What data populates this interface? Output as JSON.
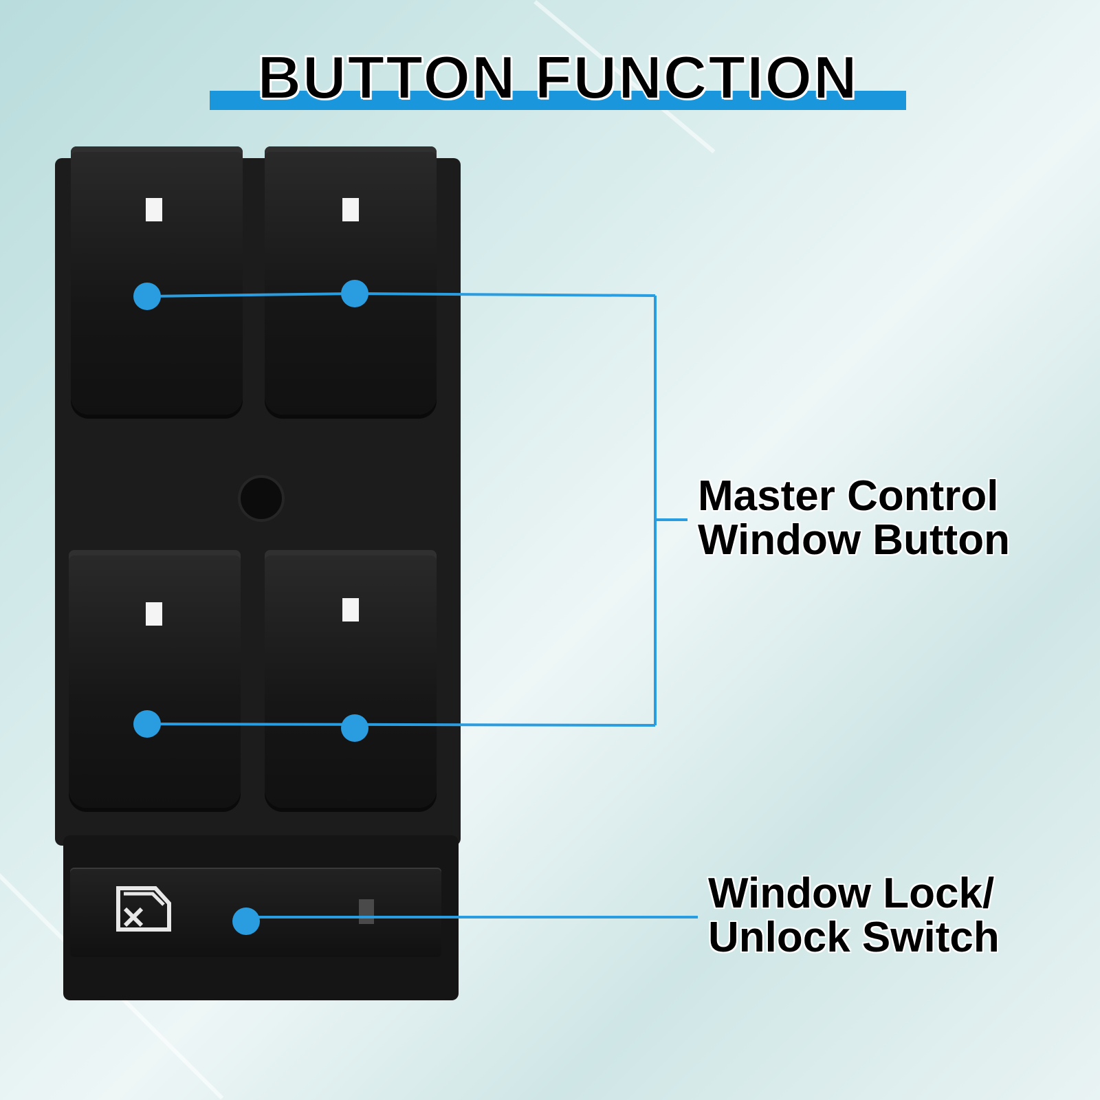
{
  "title": "BUTTON FUNCTION",
  "accent_color": "#1a97dc",
  "callouts": {
    "master": {
      "line1": "Master Control",
      "line2": "Window Button"
    },
    "lock": {
      "line1": "Window Lock/",
      "line2": "Unlock Switch"
    }
  },
  "icons": {
    "lock_switch": "window-lock-icon"
  }
}
